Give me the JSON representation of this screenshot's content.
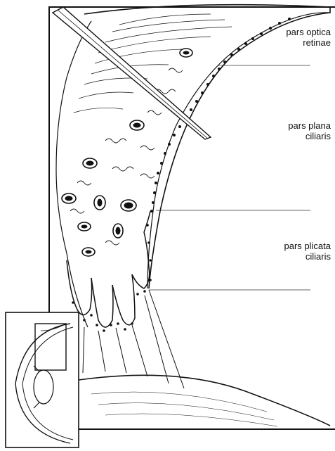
{
  "labels": [
    {
      "id": "pars-optica-retinae",
      "lines": [
        "pars optica",
        "retinae"
      ]
    },
    {
      "id": "pars-plana-ciliaris",
      "lines": [
        "pars plana",
        "ciliaris"
      ]
    },
    {
      "id": "pars-plicata-ciliaris",
      "lines": [
        "pars plicata",
        "ciliaris"
      ]
    }
  ],
  "inset": {
    "description_icon": "eye-cross-section-icon"
  },
  "colors": {
    "ink": "#111111",
    "paper": "#ffffff"
  }
}
